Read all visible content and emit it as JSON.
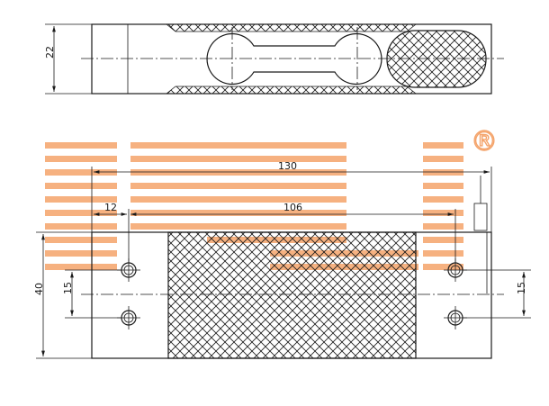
{
  "drawing": {
    "top_view": {
      "height_dim": "22"
    },
    "front_view": {
      "overall_length_dim": "130",
      "hole_offset_dim": "12",
      "hole_span_dim": "106",
      "height_dim": "40",
      "left_hole_pitch_dim": "15",
      "right_hole_pitch_dim": "15"
    },
    "watermark": {
      "registered_mark": "®"
    },
    "colors": {
      "line": "#1a1a1a",
      "watermark": "#f4a36a"
    }
  }
}
